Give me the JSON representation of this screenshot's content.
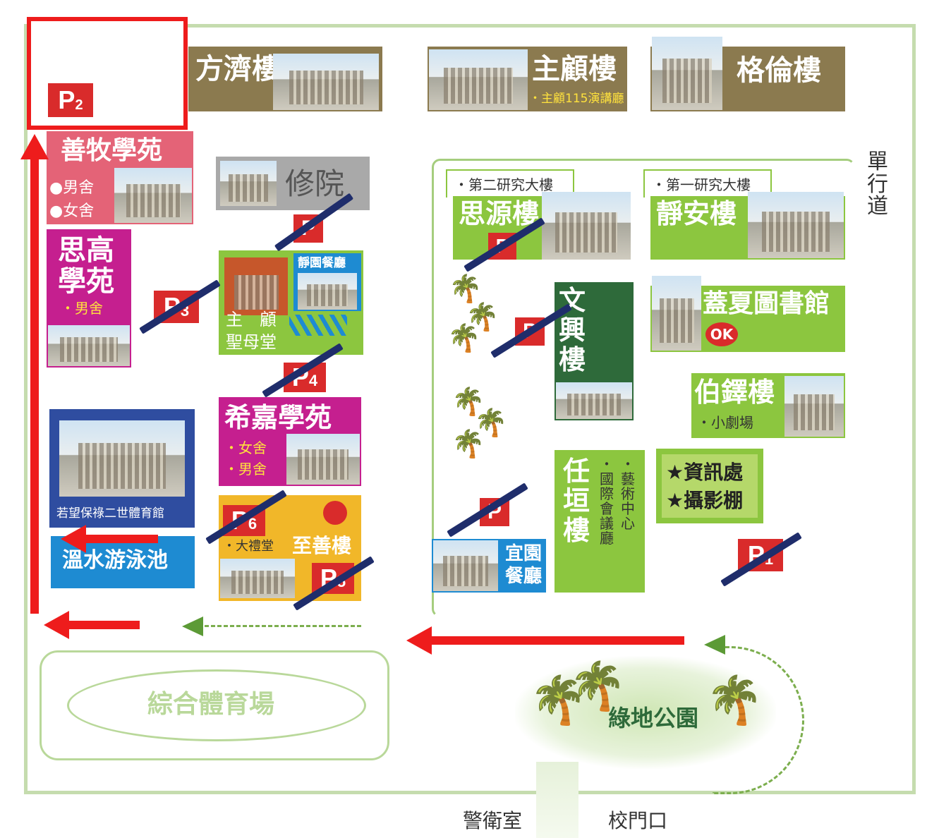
{
  "top_row": {
    "fangji": "方濟樓",
    "zhugu": "主顧樓",
    "zhugu_sub": "・主顧115演講廳",
    "gelun": "格倫樓"
  },
  "parking": {
    "p2": "P",
    "p2_sub": "2",
    "p1": "P",
    "p1_sub": "1",
    "p3": "P",
    "p3_sub": "3",
    "p4": "P",
    "p4_sub": "4",
    "p5": "P",
    "p5_sub": "5",
    "p6": "P",
    "p6_sub": "6",
    "p_xiuyuan": "P",
    "p_siyuan": "P",
    "p_wenxing": "P",
    "p_yiyuan": "P"
  },
  "left_col": {
    "shanmu": "善牧學苑",
    "shanmu_male": "●男舍",
    "shanmu_female": "●女舍",
    "sigao_1": "思高",
    "sigao_2": "學苑",
    "sigao_sub": "・男舍",
    "gym": "若望保祿二世體育館",
    "pool": "溫水游泳池"
  },
  "mid_col": {
    "xiuyuan": "修院",
    "jingyuan": "靜園餐廳",
    "chapel_1": "主　顧",
    "chapel_2": "聖母堂",
    "xijia": "希嘉學苑",
    "xijia_female": "・女舍",
    "xijia_male": "・男舍",
    "zhishan": "至善樓",
    "auditorium": "・大禮堂"
  },
  "right_block": {
    "research2": "・第二研究大樓",
    "research1": "・第一研究大樓",
    "siyuan": "思源樓",
    "jingan": "靜安樓",
    "wenxing": "文興樓",
    "gaixia": "蓋夏圖書館",
    "ok": "OK",
    "boduo": "伯鐸樓",
    "boduo_sub": "・小劇場",
    "renyuan": "任垣樓",
    "renyuan_sub1": "・藝術中心",
    "renyuan_sub2": "・國際會議廳",
    "info": "★資訊處",
    "photo": "★攝影棚",
    "yiyuan_1": "宜園",
    "yiyuan_2": "餐廳"
  },
  "road": {
    "oneway": "單行道"
  },
  "bottom": {
    "stadium": "綜合體育場",
    "park": "綠地公園",
    "guard": "警衛室",
    "gate": "校門口"
  },
  "colors": {
    "olive": "#8b7a4f",
    "green": "#8cc63f",
    "magenta": "#c51f8f",
    "pink": "#e46377",
    "yellow": "#f1b729",
    "blue": "#1e8bd2",
    "darkgreen": "#2e6a3a",
    "red": "#ee1c1c",
    "slash": "#1f2d6b"
  }
}
